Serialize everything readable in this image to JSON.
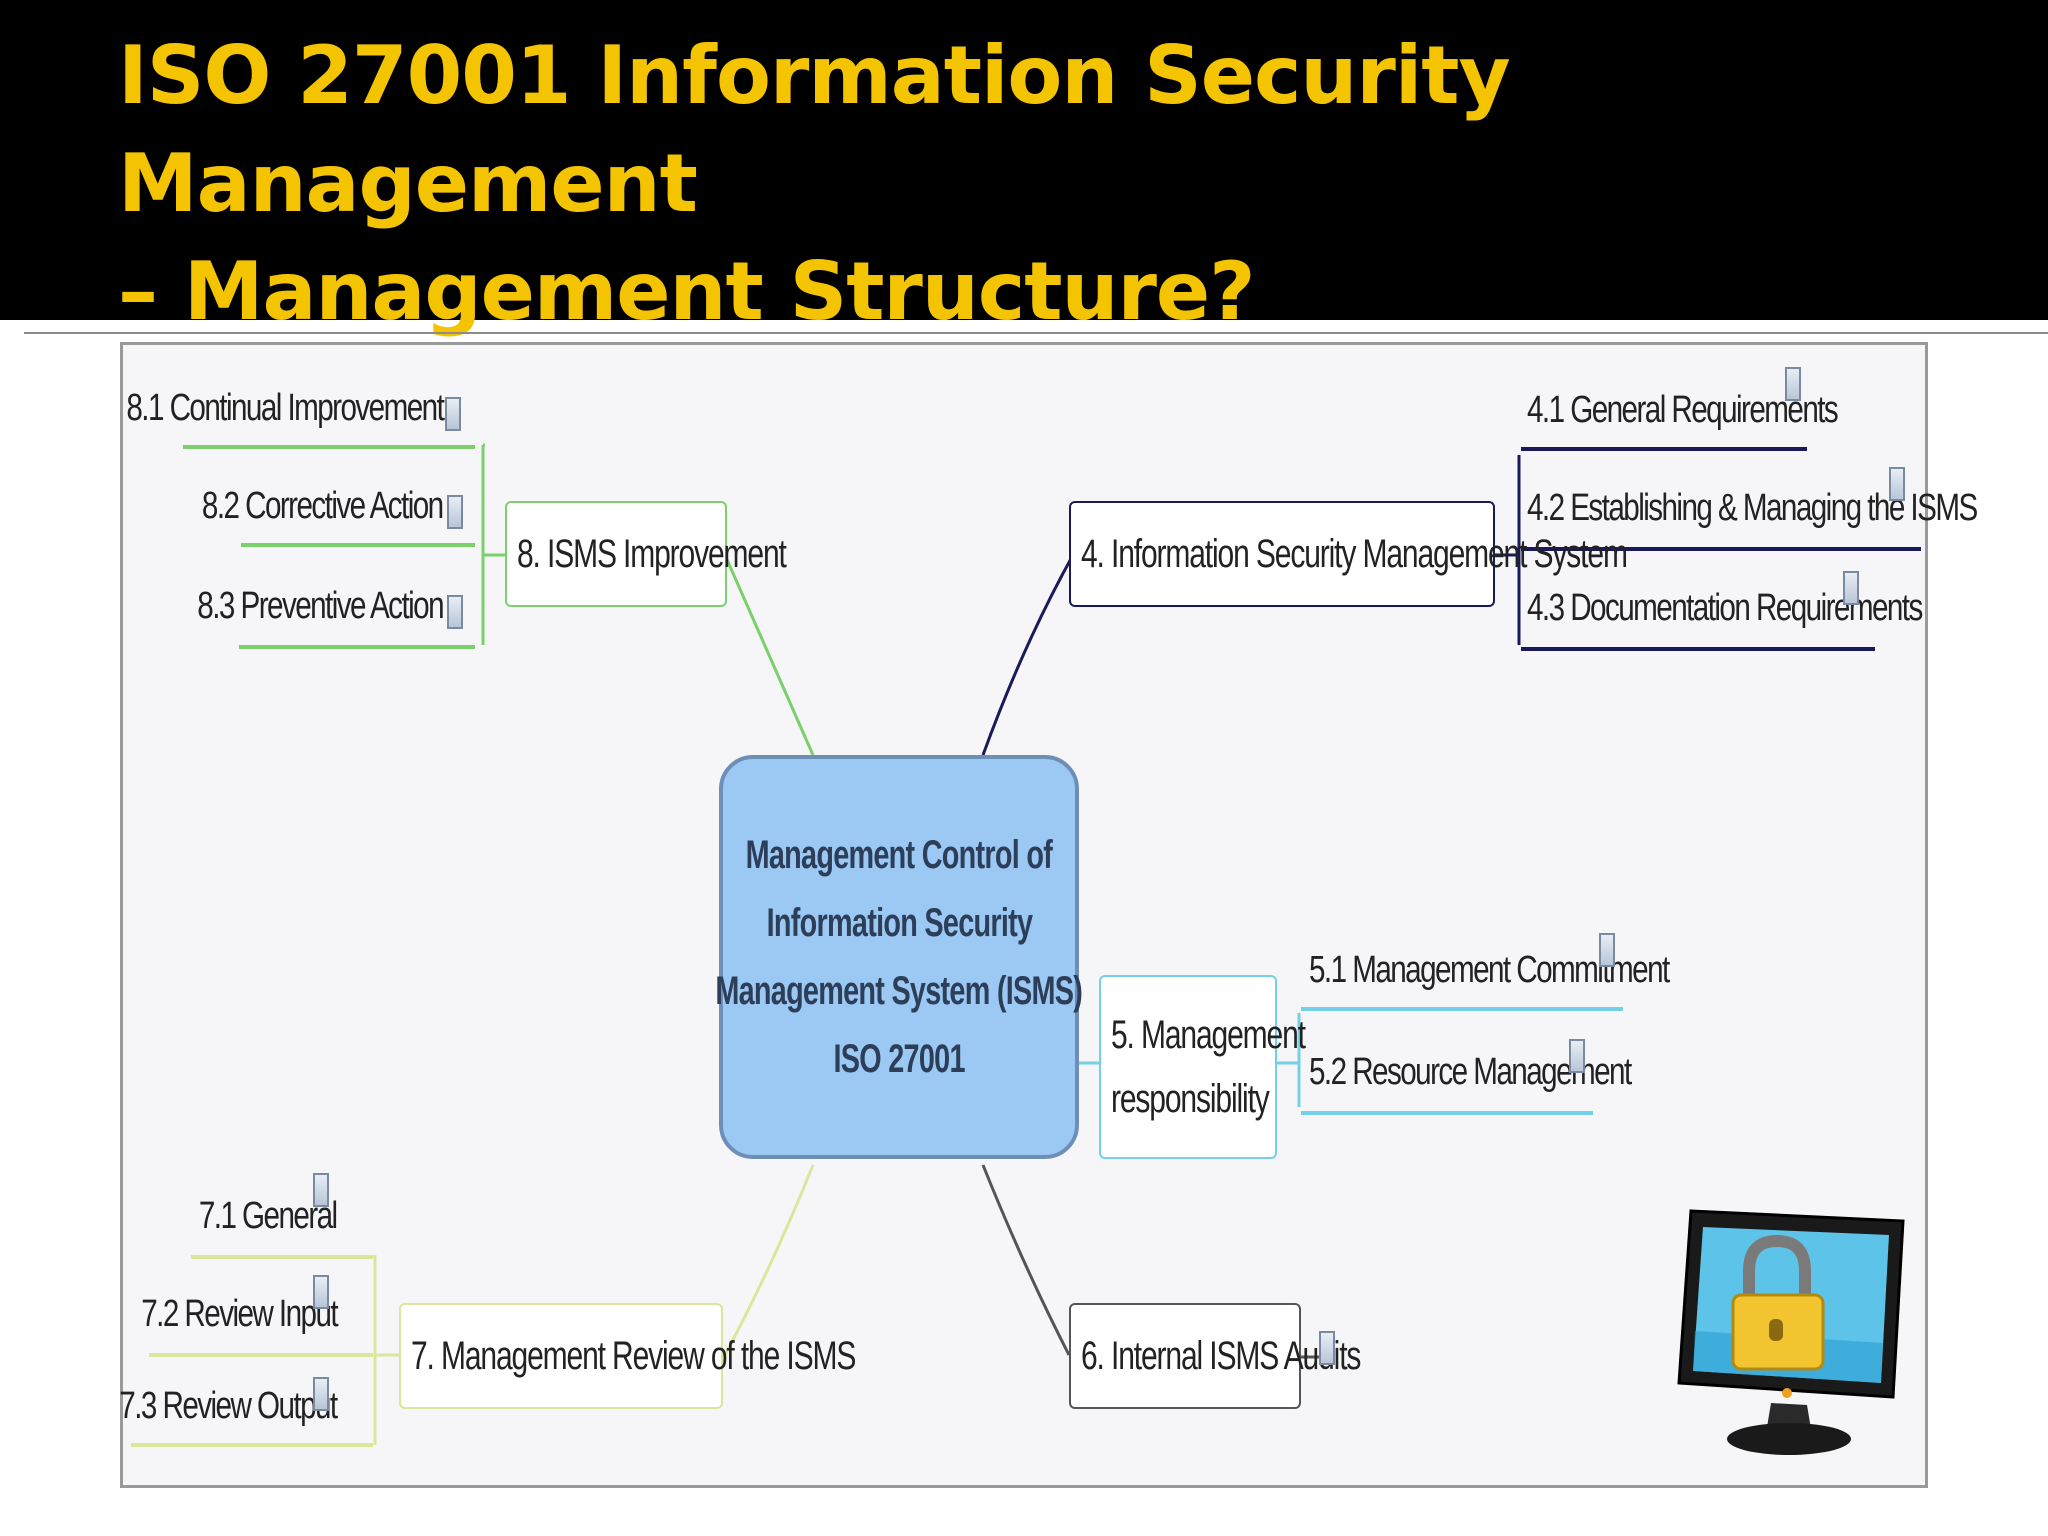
{
  "slide": {
    "title_line1": "ISO 27001 Information Security Management",
    "title_line2": "– Management Structure?",
    "title_color": "#f5c400"
  },
  "mindmap": {
    "central": {
      "line1": "Management Control of",
      "line2": "Information Security",
      "line3": "Management System (ISMS)",
      "line4": "ISO 27001",
      "color": "#9cc8f4"
    },
    "branches": {
      "isms_improvement": {
        "label": "8. ISMS Improvement",
        "color": "#7bd06b",
        "children": [
          "8.1 Continual Improvement",
          "8.2 Corrective Action",
          "8.3 Preventive Action"
        ]
      },
      "isms": {
        "label": "4. Information Security Management System",
        "color": "#1a1a5a",
        "children": [
          "4.1 General Requirements",
          "4.2 Establishing & Managing the ISMS",
          "4.3 Documentation Requirements"
        ]
      },
      "management_responsibility": {
        "label_line1": "5. Management",
        "label_line2": "responsibility",
        "color": "#74d0e6",
        "children": [
          "5.1 Management Commitment",
          "5.2 Resource Management"
        ]
      },
      "management_review": {
        "label": "7. Management Review of the ISMS",
        "color": "#d9e79a",
        "children": [
          "7.1 General",
          "7.2 Review Input",
          "7.3 Review Output"
        ]
      },
      "internal_audits": {
        "label": "6. Internal ISMS Audits",
        "color": "#555555"
      }
    },
    "icons": [
      "document-icon",
      "monitor-padlock-icon"
    ]
  }
}
